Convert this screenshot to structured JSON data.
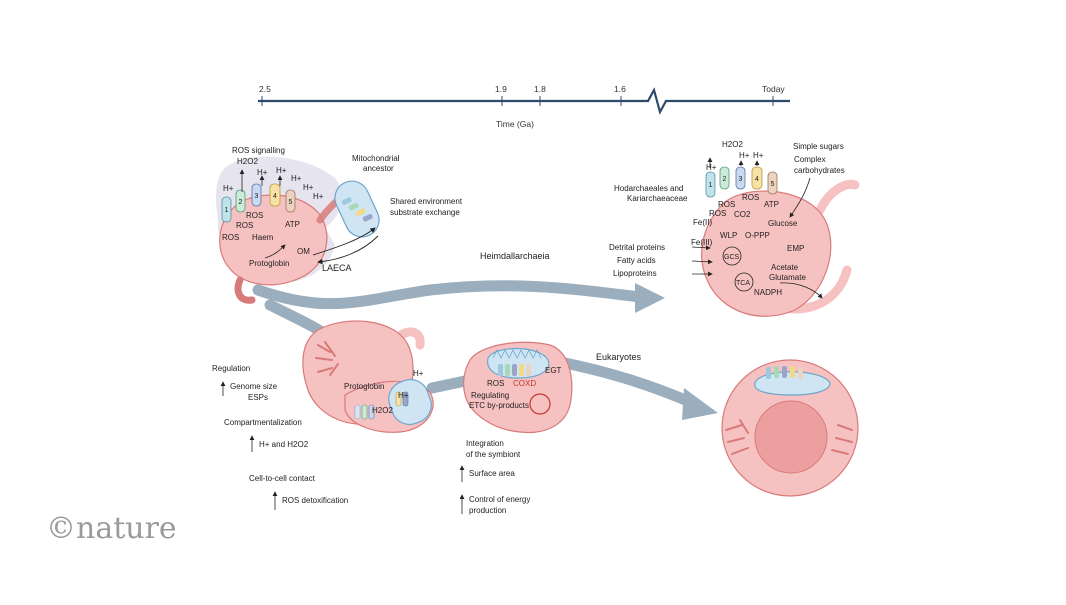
{
  "timeline": {
    "ticks": [
      "2.5",
      "1.9",
      "1.8",
      "1.6",
      "Today"
    ],
    "axis_title": "Time (Ga)"
  },
  "laeca": {
    "ros_signalling": "ROS signalling",
    "h2o2": "H2O2",
    "hplus": "H+",
    "complexes": [
      "1",
      "2",
      "3",
      "4",
      "5"
    ],
    "ros": "ROS",
    "atp": "ATP",
    "haem": "Haem",
    "protoglobin": "Protoglobin",
    "om": "OM",
    "name": "LAECA"
  },
  "mito": {
    "title_line1": "Mitochondrial",
    "title_line2": "ancestor",
    "shared_line1": "Shared environment",
    "shared_line2": "substrate exchange"
  },
  "heimdall": {
    "arrow_label": "Heimdallarchaeia",
    "hodar_line1": "Hodarchaeales and",
    "hodar_line2": "Kariarchaeaceae",
    "hplus": "H+",
    "h2o2": "H2O2",
    "complexes": [
      "1",
      "2",
      "3",
      "4",
      "5"
    ],
    "ros": "ROS",
    "atp": "ATP",
    "fe2": "Fe(II)",
    "fe3": "Fe(III)",
    "co2": "CO2",
    "glucose": "Glucose",
    "wlp": "WLP",
    "oppp": "O-PPP",
    "emp": "EMP",
    "gcs": "GCS",
    "tca": "TCA",
    "acetate": "Acetate",
    "glutamate": "Glutamate",
    "nadph": "NADPH",
    "inputs_left": [
      "Detrital proteins",
      "Fatty acids",
      "Lipoproteins"
    ],
    "simple_sugars": "Simple sugars",
    "complex_line1": "Complex",
    "complex_line2": "carbohydrates"
  },
  "merge": {
    "protoglobin": "Protoglobin",
    "hplus": "H+",
    "h2o2": "H2O2"
  },
  "intermediate": {
    "ros": "ROS",
    "coxd": "COXD",
    "egt": "EGT",
    "reg_line1": "Regulating",
    "reg_line2": "ETC by-products"
  },
  "eukaryotes": {
    "arrow_label": "Eukaryotes"
  },
  "notes_left": {
    "regulation": "Regulation",
    "genome": "Genome size",
    "esps": "ESPs",
    "compartment": "Compartmentalization",
    "h_and_h2o2": "H+ and H2O2",
    "contact": "Cell-to-cell contact",
    "ros_detox": "ROS detoxification"
  },
  "notes_mid": {
    "integration_line1": "Integration",
    "integration_line2": "of the symbiont",
    "surface": "Surface area",
    "control_line1": "Control of energy",
    "control_line2": "production"
  },
  "logo": "©nature",
  "colors": {
    "axis": "#2e4a6b",
    "cell_fill": "#f6c1c1",
    "cell_stroke": "#d97a7a",
    "arrow": "#9aaebd",
    "halo": "#e6e4ee",
    "mito_fill": "#cfe5f4",
    "mito_stroke": "#6fa6cc"
  }
}
